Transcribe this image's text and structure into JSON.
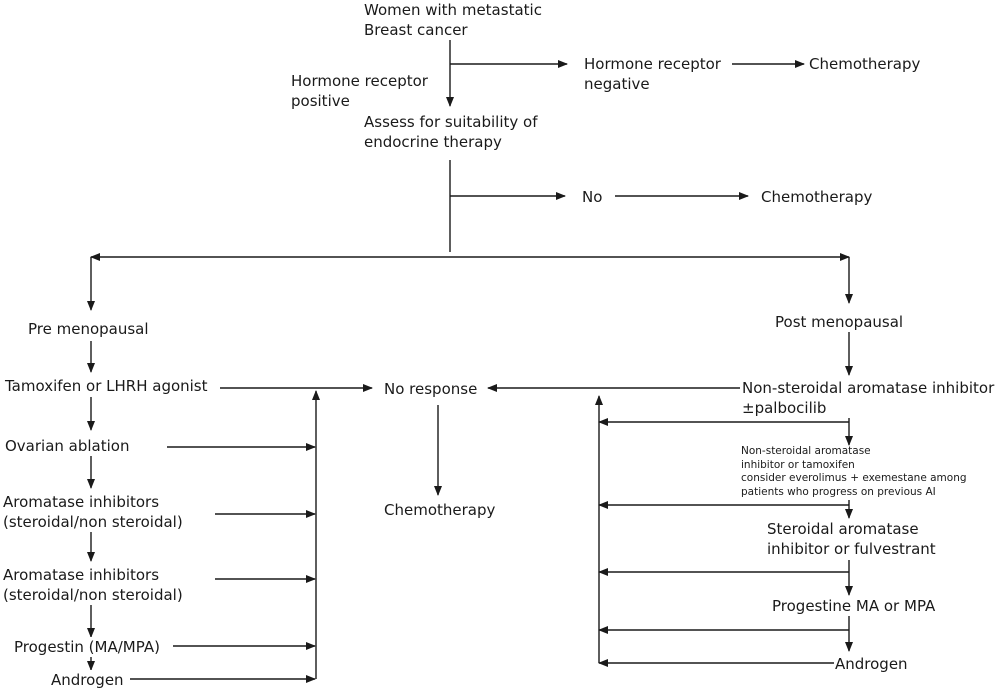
{
  "nodes": {
    "start": [
      "Women with metastatic",
      "Breast cancer"
    ],
    "hr_positive": [
      "Hormone receptor",
      "positive"
    ],
    "hr_negative": [
      "Hormone receptor",
      "negative"
    ],
    "chemo_top": "Chemotherapy",
    "assess": [
      "Assess for suitability of",
      "endocrine therapy"
    ],
    "no": "No",
    "chemo_no": "Chemotherapy",
    "pre_meno": "Pre menopausal",
    "post_meno": "Post menopausal",
    "tamoxifen": "Tamoxifen or LHRH agonist",
    "ovarian": "Ovarian ablation",
    "ai_1": [
      "Aromatase inhibitors",
      "(steroidal/non steroidal)"
    ],
    "ai_2": [
      "Aromatase inhibitors",
      "(steroidal/non steroidal)"
    ],
    "progestin": "Progestin (MA/MPA)",
    "androgen_left": "Androgen",
    "no_response": "No response",
    "chemo_mid": "Chemotherapy",
    "nsai": [
      "Non-steroidal aromatase inhibitor",
      "±palbocilib"
    ],
    "nsai_small": [
      "Non-steroidal aromatase",
      "inhibitor or tamoxifen",
      "consider everolimus + exemestane among",
      "patients who progress on previous AI"
    ],
    "sai": [
      "Steroidal aromatase",
      "inhibitor or fulvestrant"
    ],
    "progestine": "Progestine MA or MPA",
    "androgen_right": "Androgen"
  },
  "colors": {
    "line": "#1a1a1a",
    "text": "#1a1a1a",
    "background": "#ffffff"
  }
}
